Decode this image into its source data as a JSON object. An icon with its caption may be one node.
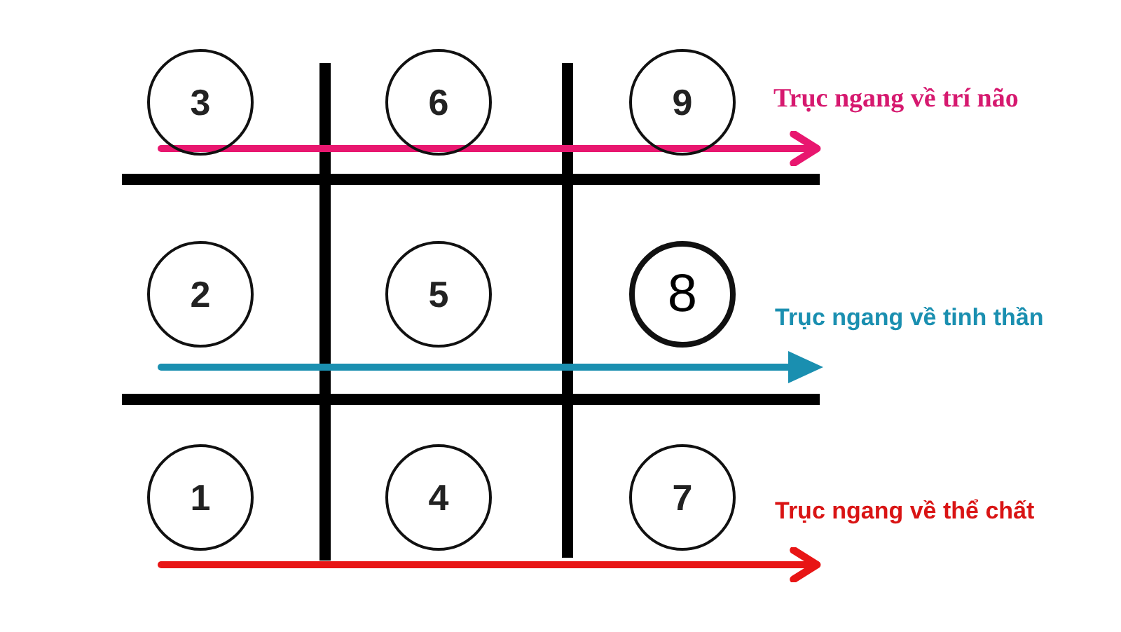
{
  "diagram": {
    "nodes": [
      {
        "text": [
          "3"
        ]
      },
      {
        "text": [
          "6"
        ]
      },
      {
        "text": [
          "9"
        ]
      },
      {
        "text": [
          "2"
        ]
      },
      {
        "text": [
          "5"
        ]
      },
      {
        "text": [
          "8"
        ]
      },
      {
        "text": [
          "1"
        ]
      },
      {
        "text": [
          "4"
        ]
      },
      {
        "text": [
          "7"
        ]
      }
    ],
    "edges": [],
    "labels": [
      "Trục ngang về trí não",
      "Trục ngang về tinh thần",
      "Trục ngang về thể chất"
    ]
  }
}
